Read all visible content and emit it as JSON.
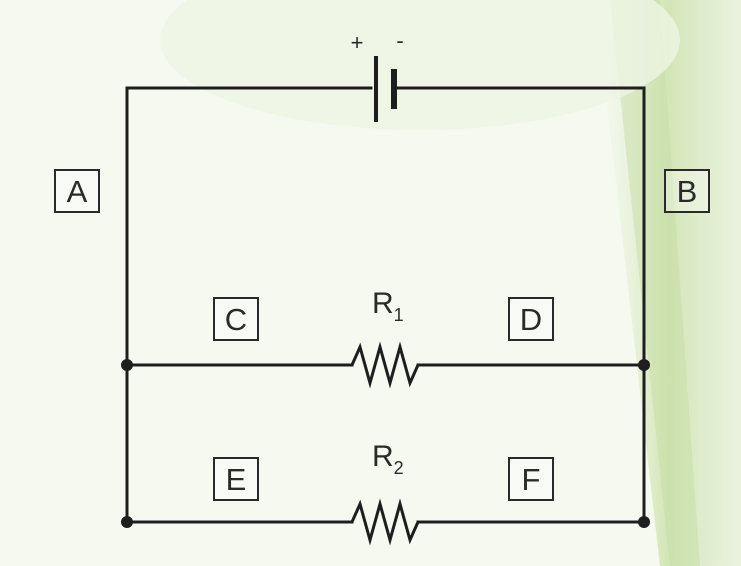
{
  "battery": {
    "plus": "+",
    "minus": "-"
  },
  "labels": {
    "a": "A",
    "b": "B",
    "c": "C",
    "d": "D",
    "e": "E",
    "f": "F"
  },
  "resistors": {
    "r1": {
      "name": "R",
      "sub": "1"
    },
    "r2": {
      "name": "R",
      "sub": "2"
    }
  },
  "colors": {
    "wire": "#1e1e1e",
    "background": "#f4f8ee",
    "accent": "#cfe3b0"
  }
}
